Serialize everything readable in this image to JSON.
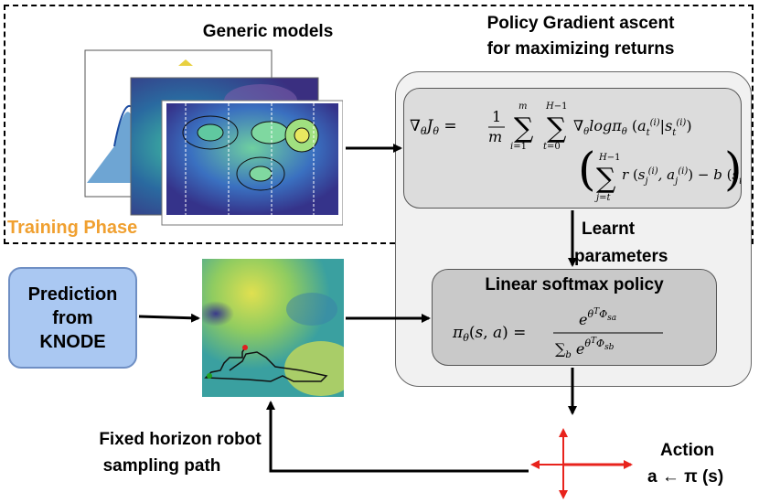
{
  "training_phase_label": "Training Phase",
  "generic_models_title": "Generic  models",
  "policy_gradient_title": [
    "Policy Gradient ascent",
    "for maximizing returns"
  ],
  "learnt_parameters_label": [
    "Learnt",
    "parameters"
  ],
  "linear_softmax_title": "Linear softmax policy",
  "prediction_box": [
    "Prediction",
    "from",
    "KNODE"
  ],
  "fixed_horizon_label": [
    "Fixed horizon robot",
    "sampling path"
  ],
  "action_label": "Action",
  "action_formula": "a ← π (s)",
  "colors": {
    "training_phase": "#f0a030",
    "prediction_fill": "#aac8f2",
    "arrow_red": "#e8231c"
  }
}
